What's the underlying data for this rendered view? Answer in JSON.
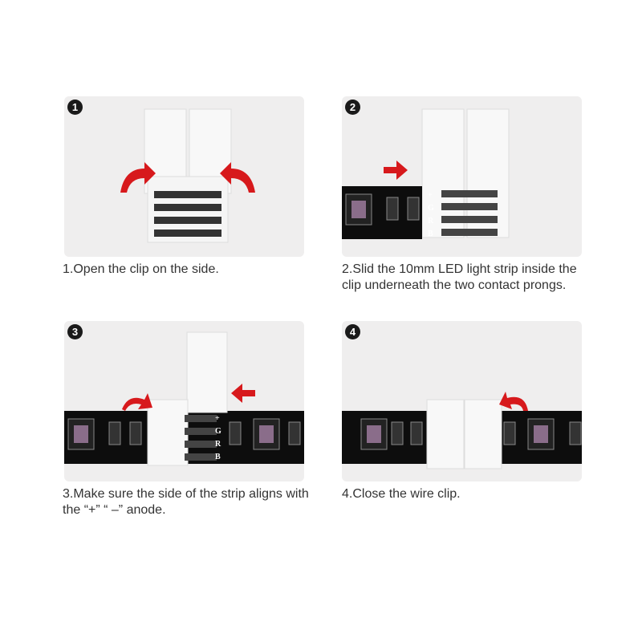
{
  "steps": [
    {
      "number": "1",
      "caption": "1.Open the clip on the side."
    },
    {
      "number": "2",
      "caption": "2.Slid the 10mm LED light strip inside the clip underneath the two contact prongs."
    },
    {
      "number": "3",
      "caption": "3.Make sure the side of the strip aligns with the “+” “ –” anode."
    },
    {
      "number": "4",
      "caption": "4.Close the wire clip."
    }
  ],
  "pin_labels": [
    "+",
    "G",
    "R",
    "B"
  ],
  "colors": {
    "arrow": "#d7191c",
    "strip": "#0d0d0d",
    "clip": "#f7f7f7",
    "panel": "#efeeee"
  }
}
